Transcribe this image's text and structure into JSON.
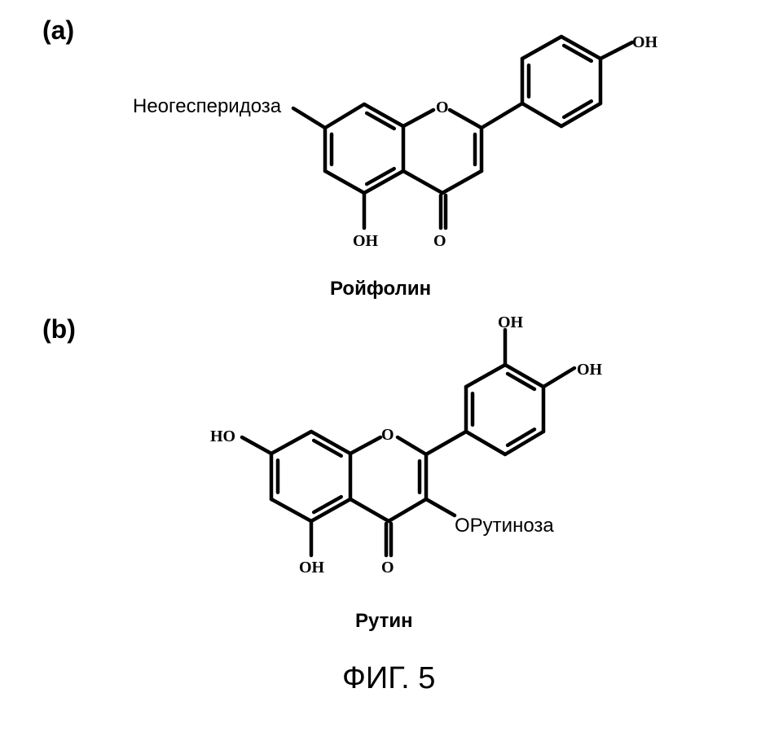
{
  "panel_a": {
    "label": "(a)",
    "substituent": "Неогесперидоза",
    "oh_5": "OH",
    "carbonyl_o": "O",
    "ring_o": "O",
    "oh_4prime": "OH",
    "compound_name": "Ройфолин"
  },
  "panel_b": {
    "label": "(b)",
    "ho_7": "HO",
    "oh_5": "OH",
    "carbonyl_o": "O",
    "ring_o": "O",
    "oh_3prime": "OH",
    "oh_4prime": "OH",
    "substituent": "OРутиноза",
    "compound_name": "Рутин"
  },
  "figure_caption": "ФИГ. 5"
}
